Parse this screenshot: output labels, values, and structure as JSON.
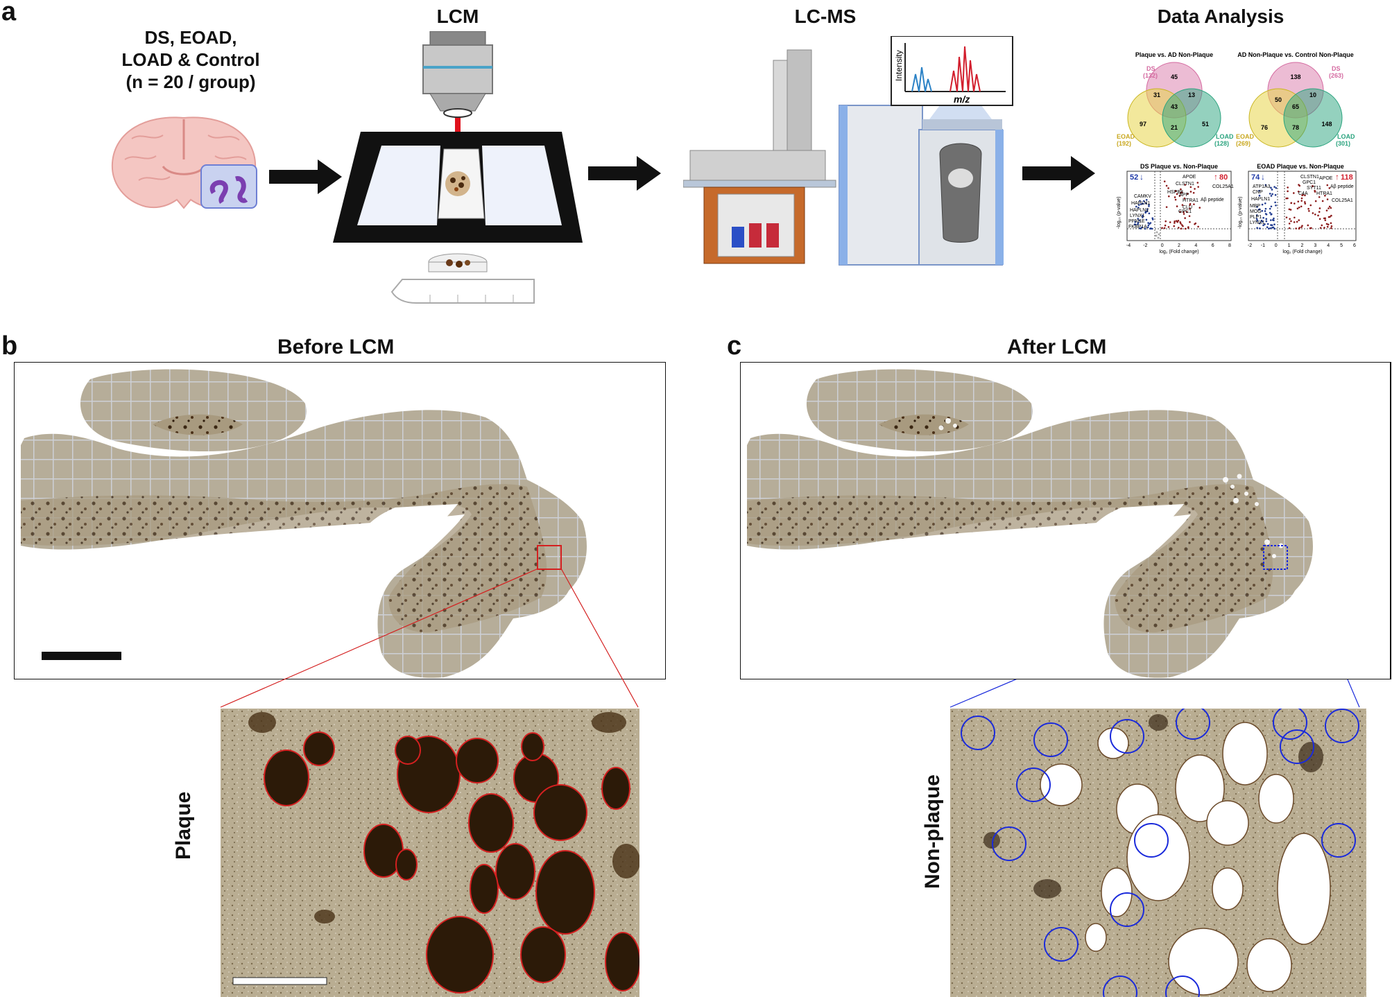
{
  "panels": {
    "a": {
      "label": "a"
    },
    "b": {
      "label": "b",
      "title": "Before LCM",
      "inset_label": "Plaque"
    },
    "c": {
      "label": "c",
      "title": "After LCM",
      "inset_label": "Non-plaque"
    }
  },
  "workflow": {
    "cohort": {
      "line1": "DS, EOAD,",
      "line2": "LOAD & Control",
      "line3": "(n = 20 / group)"
    },
    "lcm": "LCM",
    "lcms": "LC-MS",
    "analysis": "Data Analysis",
    "spectrum": {
      "ylabel": "Intensity",
      "xlabel": "m/z"
    }
  },
  "venn1": {
    "title": "Plaque vs. AD Non-Plaque",
    "sets": [
      {
        "name": "DS",
        "count": "(132)",
        "color": "#d46aa0"
      },
      {
        "name": "EOAD",
        "count": "(192)",
        "color": "#d8c23a"
      },
      {
        "name": "LOAD",
        "count": "(128)",
        "color": "#2aa37e"
      }
    ],
    "regions": {
      "a": "45",
      "b": "31",
      "c": "13",
      "d": "43",
      "e": "97",
      "f": "21",
      "g": "51"
    }
  },
  "venn2": {
    "title": "AD Non-Plaque vs. Control Non-Plaque",
    "sets": [
      {
        "name": "DS",
        "count": "(263)",
        "color": "#d46aa0"
      },
      {
        "name": "EOAD",
        "count": "(269)",
        "color": "#d8c23a"
      },
      {
        "name": "LOAD",
        "count": "(301)",
        "color": "#2aa37e"
      }
    ],
    "regions": {
      "a": "138",
      "b": "50",
      "c": "10",
      "d": "65",
      "e": "76",
      "f": "78",
      "g": "148"
    }
  },
  "volcano1": {
    "title": "DS Plaque vs. Non-Plaque",
    "down": "52",
    "up": "80",
    "ylabel": "-log₁₀ (p-value)",
    "xlabel": "log₂ (Fold change)",
    "labels_up": [
      "APOE",
      "COL25A1",
      "CLSTN1",
      "HSPB8",
      "APP",
      "HTRA1",
      "CLU",
      "GPC1",
      "Aβ peptide"
    ],
    "labels_down": [
      "CAMKV",
      "HAPLN1",
      "HAPLN2",
      "LYNX1",
      "PPM1E",
      "FKBP1A"
    ],
    "xticks": [
      "-4",
      "-2",
      "0",
      "2",
      "4",
      "6",
      "8"
    ]
  },
  "volcano2": {
    "title": "EOAD Plaque vs. Non-Plaque",
    "down": "74",
    "up": "118",
    "ylabel": "-log₁₀ (p-value)",
    "xlabel": "log₂ (Fold change)",
    "labels_up": [
      "CLSTN1",
      "APOE",
      "GPC1",
      "SYT11",
      "HTRA1",
      "Aβ peptide",
      "COL25A1",
      "C4A"
    ],
    "labels_down": [
      "ATP1A3",
      "CNP",
      "HAPLN1",
      "MBP",
      "MOG",
      "PLP1",
      "LYNX1"
    ],
    "xticks": [
      "-2",
      "-1",
      "0",
      "1",
      "2",
      "3",
      "4",
      "5",
      "6"
    ]
  },
  "colors": {
    "tissue": "#a89a7f",
    "plaque_outline": "#d42020",
    "nonplaque_circle": "#1a2adb",
    "arrow": "#111111"
  }
}
